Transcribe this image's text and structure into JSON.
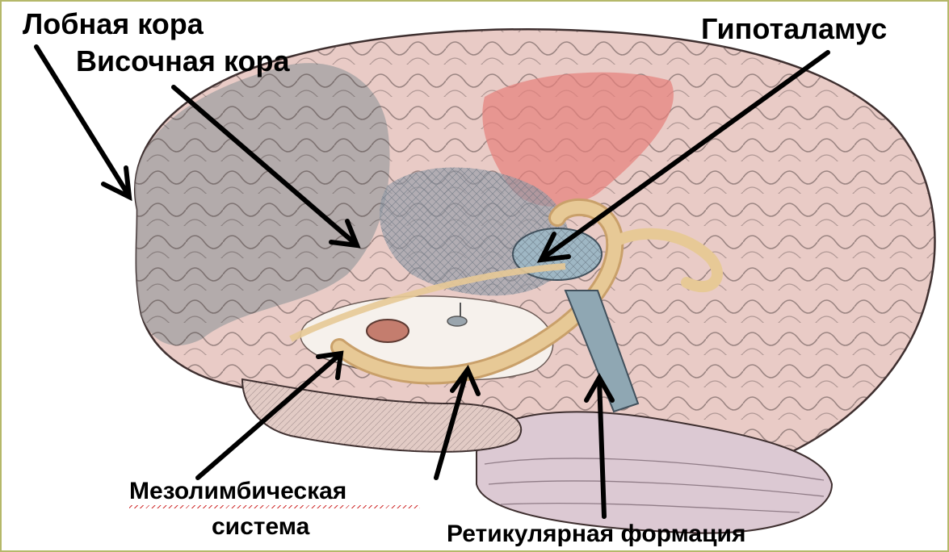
{
  "labels": {
    "frontal_cortex": "Лобная кора",
    "temporal_cortex": "Височная кора",
    "hypothalamus": "Гипоталамус",
    "mesolimbic_line1": "Мезолимбическая",
    "mesolimbic_line2": "система",
    "reticular_formation": "Ретикулярная формация"
  },
  "colors": {
    "background": "#ffffff",
    "border": "#b5b86a",
    "arrow": "#000000",
    "cortex_gray": "#a9a6a6",
    "cortex_pink": "#e9cbc6",
    "highlight_red": "#e67f7a",
    "limbic_tan": "#e7c996",
    "cerebellum": "#dcc9d3",
    "blue_structure": "#9fb7c4"
  }
}
